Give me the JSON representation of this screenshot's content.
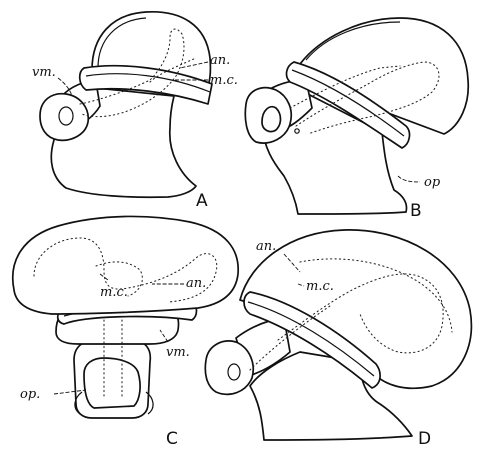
{
  "figure": {
    "panels": [
      {
        "id": "A",
        "label": "A",
        "annotations": [
          {
            "id": "vm",
            "text": "vm."
          },
          {
            "id": "an",
            "text": "an."
          },
          {
            "id": "mc",
            "text": "m.c."
          }
        ]
      },
      {
        "id": "B",
        "label": "B",
        "annotations": [
          {
            "id": "op",
            "text": "op"
          }
        ]
      },
      {
        "id": "C",
        "label": "C",
        "annotations": [
          {
            "id": "an",
            "text": "an."
          },
          {
            "id": "mc",
            "text": "m.c."
          },
          {
            "id": "vm",
            "text": "vm."
          },
          {
            "id": "op",
            "text": "op."
          }
        ]
      },
      {
        "id": "D",
        "label": "D",
        "annotations": [
          {
            "id": "an",
            "text": "an."
          },
          {
            "id": "mc",
            "text": "m.c."
          }
        ]
      }
    ]
  }
}
